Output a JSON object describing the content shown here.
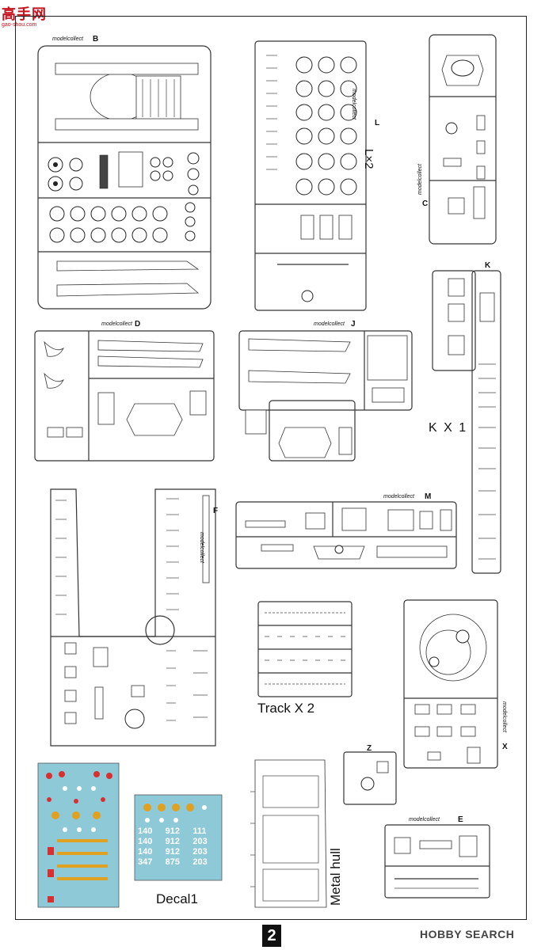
{
  "watermark": {
    "brand_cn": "高手网",
    "url": "gao-shou.com"
  },
  "labels": {
    "lx2": "L×2",
    "kx1": "K X 1",
    "trackx2": "Track X 2",
    "metal_hull": "Metal hull",
    "decal1": "Decal1"
  },
  "sprue_letters": {
    "B": "B",
    "L": "L",
    "C": "C",
    "K": "K",
    "D": "D",
    "J": "J",
    "M": "M",
    "F": "F",
    "X": "X",
    "Z": "Z",
    "E": "E"
  },
  "brand_tag": "modelcollect",
  "decals": {
    "numbers": [
      "140",
      "912",
      "111",
      "140",
      "912",
      "203",
      "140",
      "912",
      "203",
      "347",
      "875",
      "203"
    ]
  },
  "page_number": "2",
  "footer_watermark": "HOBBY SEARCH",
  "colors": {
    "frame": "#222222",
    "decal_bg": "#8ec9d8",
    "brand_red": "#c8141e"
  }
}
